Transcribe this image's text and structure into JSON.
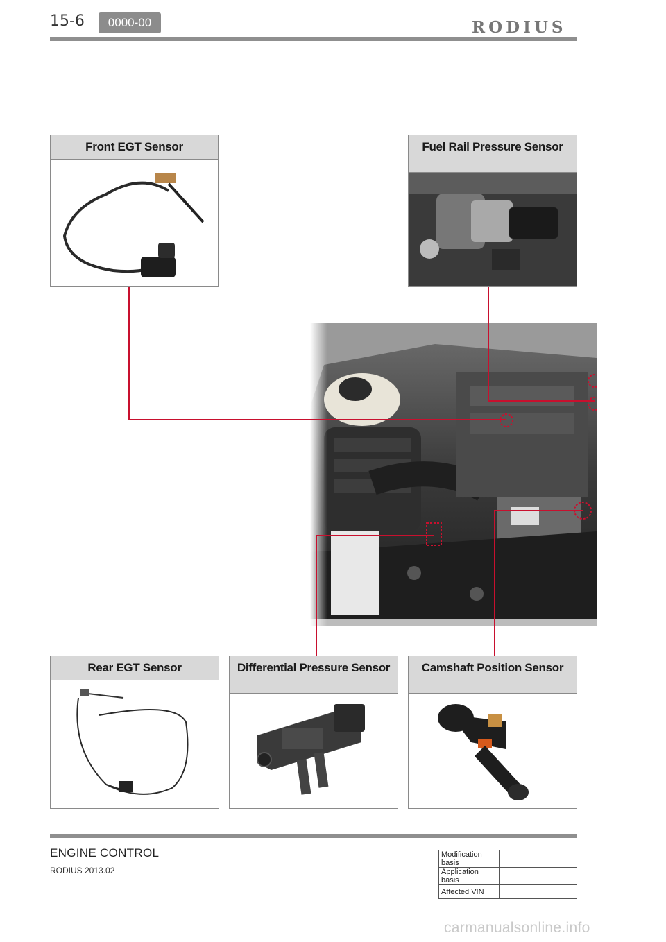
{
  "header": {
    "page_number": "15-6",
    "code": "0000-00",
    "brand": "RODIUS"
  },
  "panels": {
    "front_egt": "Front EGT Sensor",
    "fuel_rail": "Fuel Rail Pressure Sensor",
    "rear_egt": "Rear EGT Sensor",
    "differential": "Differential Pressure Sensor",
    "camshaft": "Camshaft Position Sensor"
  },
  "colors": {
    "leader_line": "#c8102e",
    "title_band": "#d8d8d8"
  },
  "footer": {
    "section": "ENGINE CONTROL",
    "model": "RODIUS 2013.02",
    "table": [
      {
        "label": "Modification basis",
        "value": ""
      },
      {
        "label": "Application basis",
        "value": ""
      },
      {
        "label": "Affected VIN",
        "value": ""
      }
    ]
  },
  "watermark": "carmanualsonline.info"
}
